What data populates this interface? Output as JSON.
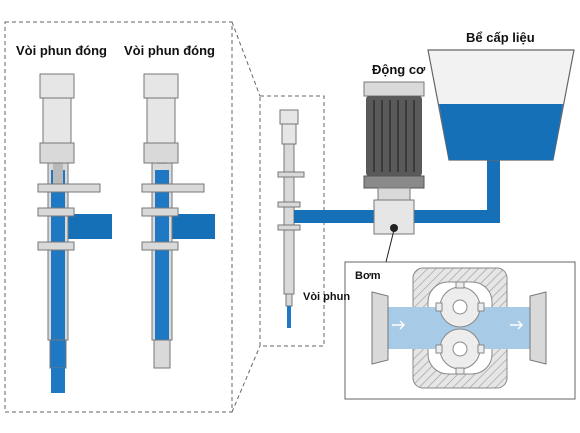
{
  "labels": {
    "nozzle_closed_left": "Vòi phun đóng",
    "nozzle_closed_right": "Vòi phun đóng",
    "motor": "Động cơ",
    "supply_tank": "Bể cấp liệu",
    "pump": "Bơm",
    "nozzle": "Vòi phun"
  },
  "colors": {
    "liquid": "#1f78c4",
    "liquid_light": "#a7cbe6",
    "pipe": "#1670b8",
    "metal": "#d9d9d9",
    "metal_dark": "#8a8a8a",
    "motor_body": "#5a5a5a",
    "outline": "#555555",
    "dashed": "#666666"
  }
}
